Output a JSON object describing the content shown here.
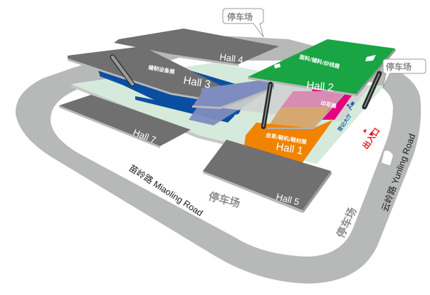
{
  "map": {
    "title": "Exhibition Hall Site Map",
    "colors": {
      "road": "#b7b8b8",
      "hall_gray": "#707070",
      "hall_edge": "#b9b9b9",
      "hall2_green": "#1aa544",
      "hall3_blue": "#0a4ea2",
      "hall1_orange": "#f08300",
      "print_magenta": "#e5007f",
      "print_pink": "#d88bb3",
      "tan": "#d6a870",
      "floor_mint": "#d5eadb",
      "overlay_lavender": "#7f8cbf",
      "entrance_red": "#e8141e",
      "registration_blue": "#1f5fae"
    },
    "halls": [
      {
        "id": "hall4",
        "label": "Hall 4"
      },
      {
        "id": "hall3",
        "label": "Hall 3",
        "category": "缝制设备展"
      },
      {
        "id": "hall2",
        "label": "Hall 2",
        "category": "面料/辅料/纱线展"
      },
      {
        "id": "hall7",
        "label": "Hall 7"
      },
      {
        "id": "hall1",
        "label": "Hall 1",
        "category": "皮革/鞋机/鞋材展"
      },
      {
        "id": "hall5",
        "label": "Hall 5"
      }
    ],
    "zones": {
      "printing": "印花展",
      "registration": "登记大厅",
      "entrance": "出入口"
    },
    "roads": {
      "miaoling": "苗岭路 Miaoling Road",
      "yunling": "云岭路 Yunling Road"
    },
    "parking": {
      "bubble_top": "停车场",
      "bubble_right": "停车场",
      "lot_center": "停车场",
      "lot_right": "停车场"
    }
  }
}
